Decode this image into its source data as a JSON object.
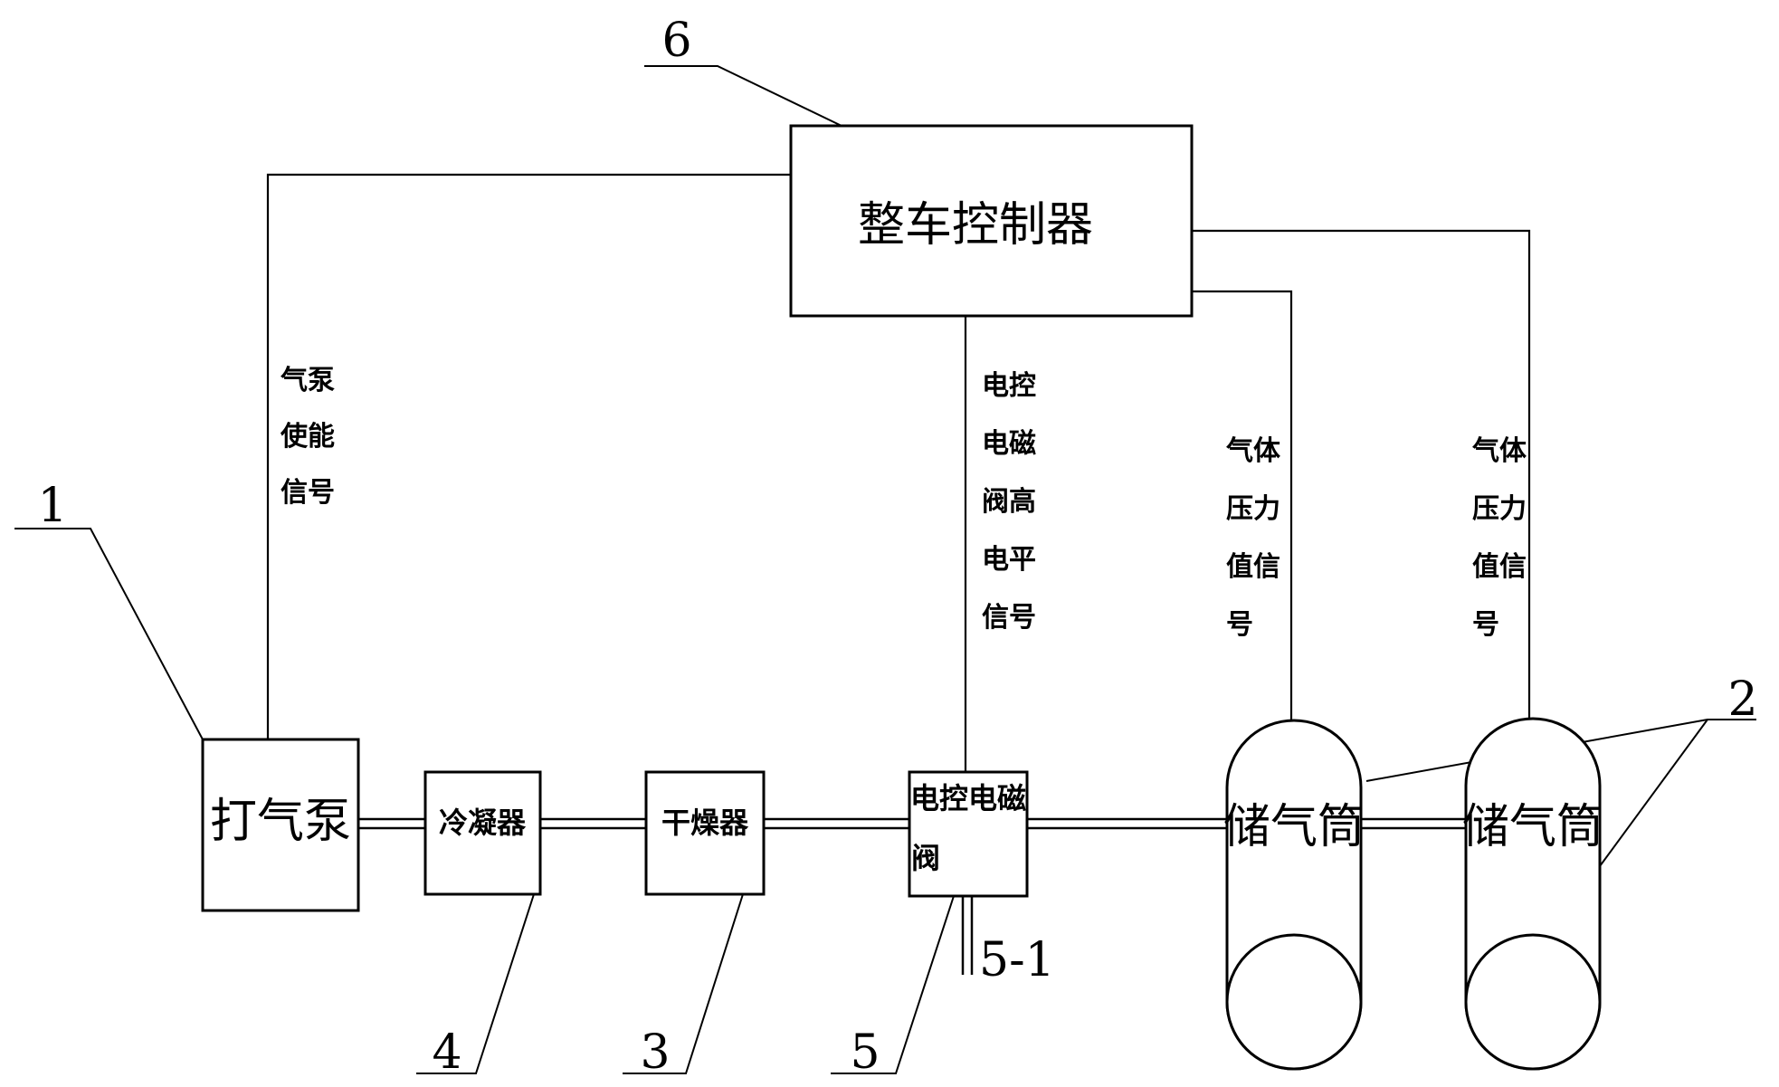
{
  "components": {
    "controller": "整车控制器",
    "pump": "打气泵",
    "condenser": "冷凝器",
    "dryer": "干燥器",
    "valve_line1": "电控电磁",
    "valve_line2": "阀",
    "tank1": "储气筒",
    "tank2": "储气筒"
  },
  "signals": {
    "pump_enable": [
      "气泵",
      "使能",
      "信号"
    ],
    "valve_signal": [
      "电控",
      "电磁",
      "阀高",
      "电平",
      "信号"
    ],
    "pressure1": [
      "气体",
      "压力",
      "值信",
      "号"
    ],
    "pressure2": [
      "气体",
      "压力",
      "值信",
      "号"
    ]
  },
  "reference_numbers": {
    "pump": "1",
    "tanks": "2",
    "dryer": "3",
    "condenser": "4",
    "valve": "5",
    "valve_outlet": "5-1",
    "controller": "6"
  }
}
